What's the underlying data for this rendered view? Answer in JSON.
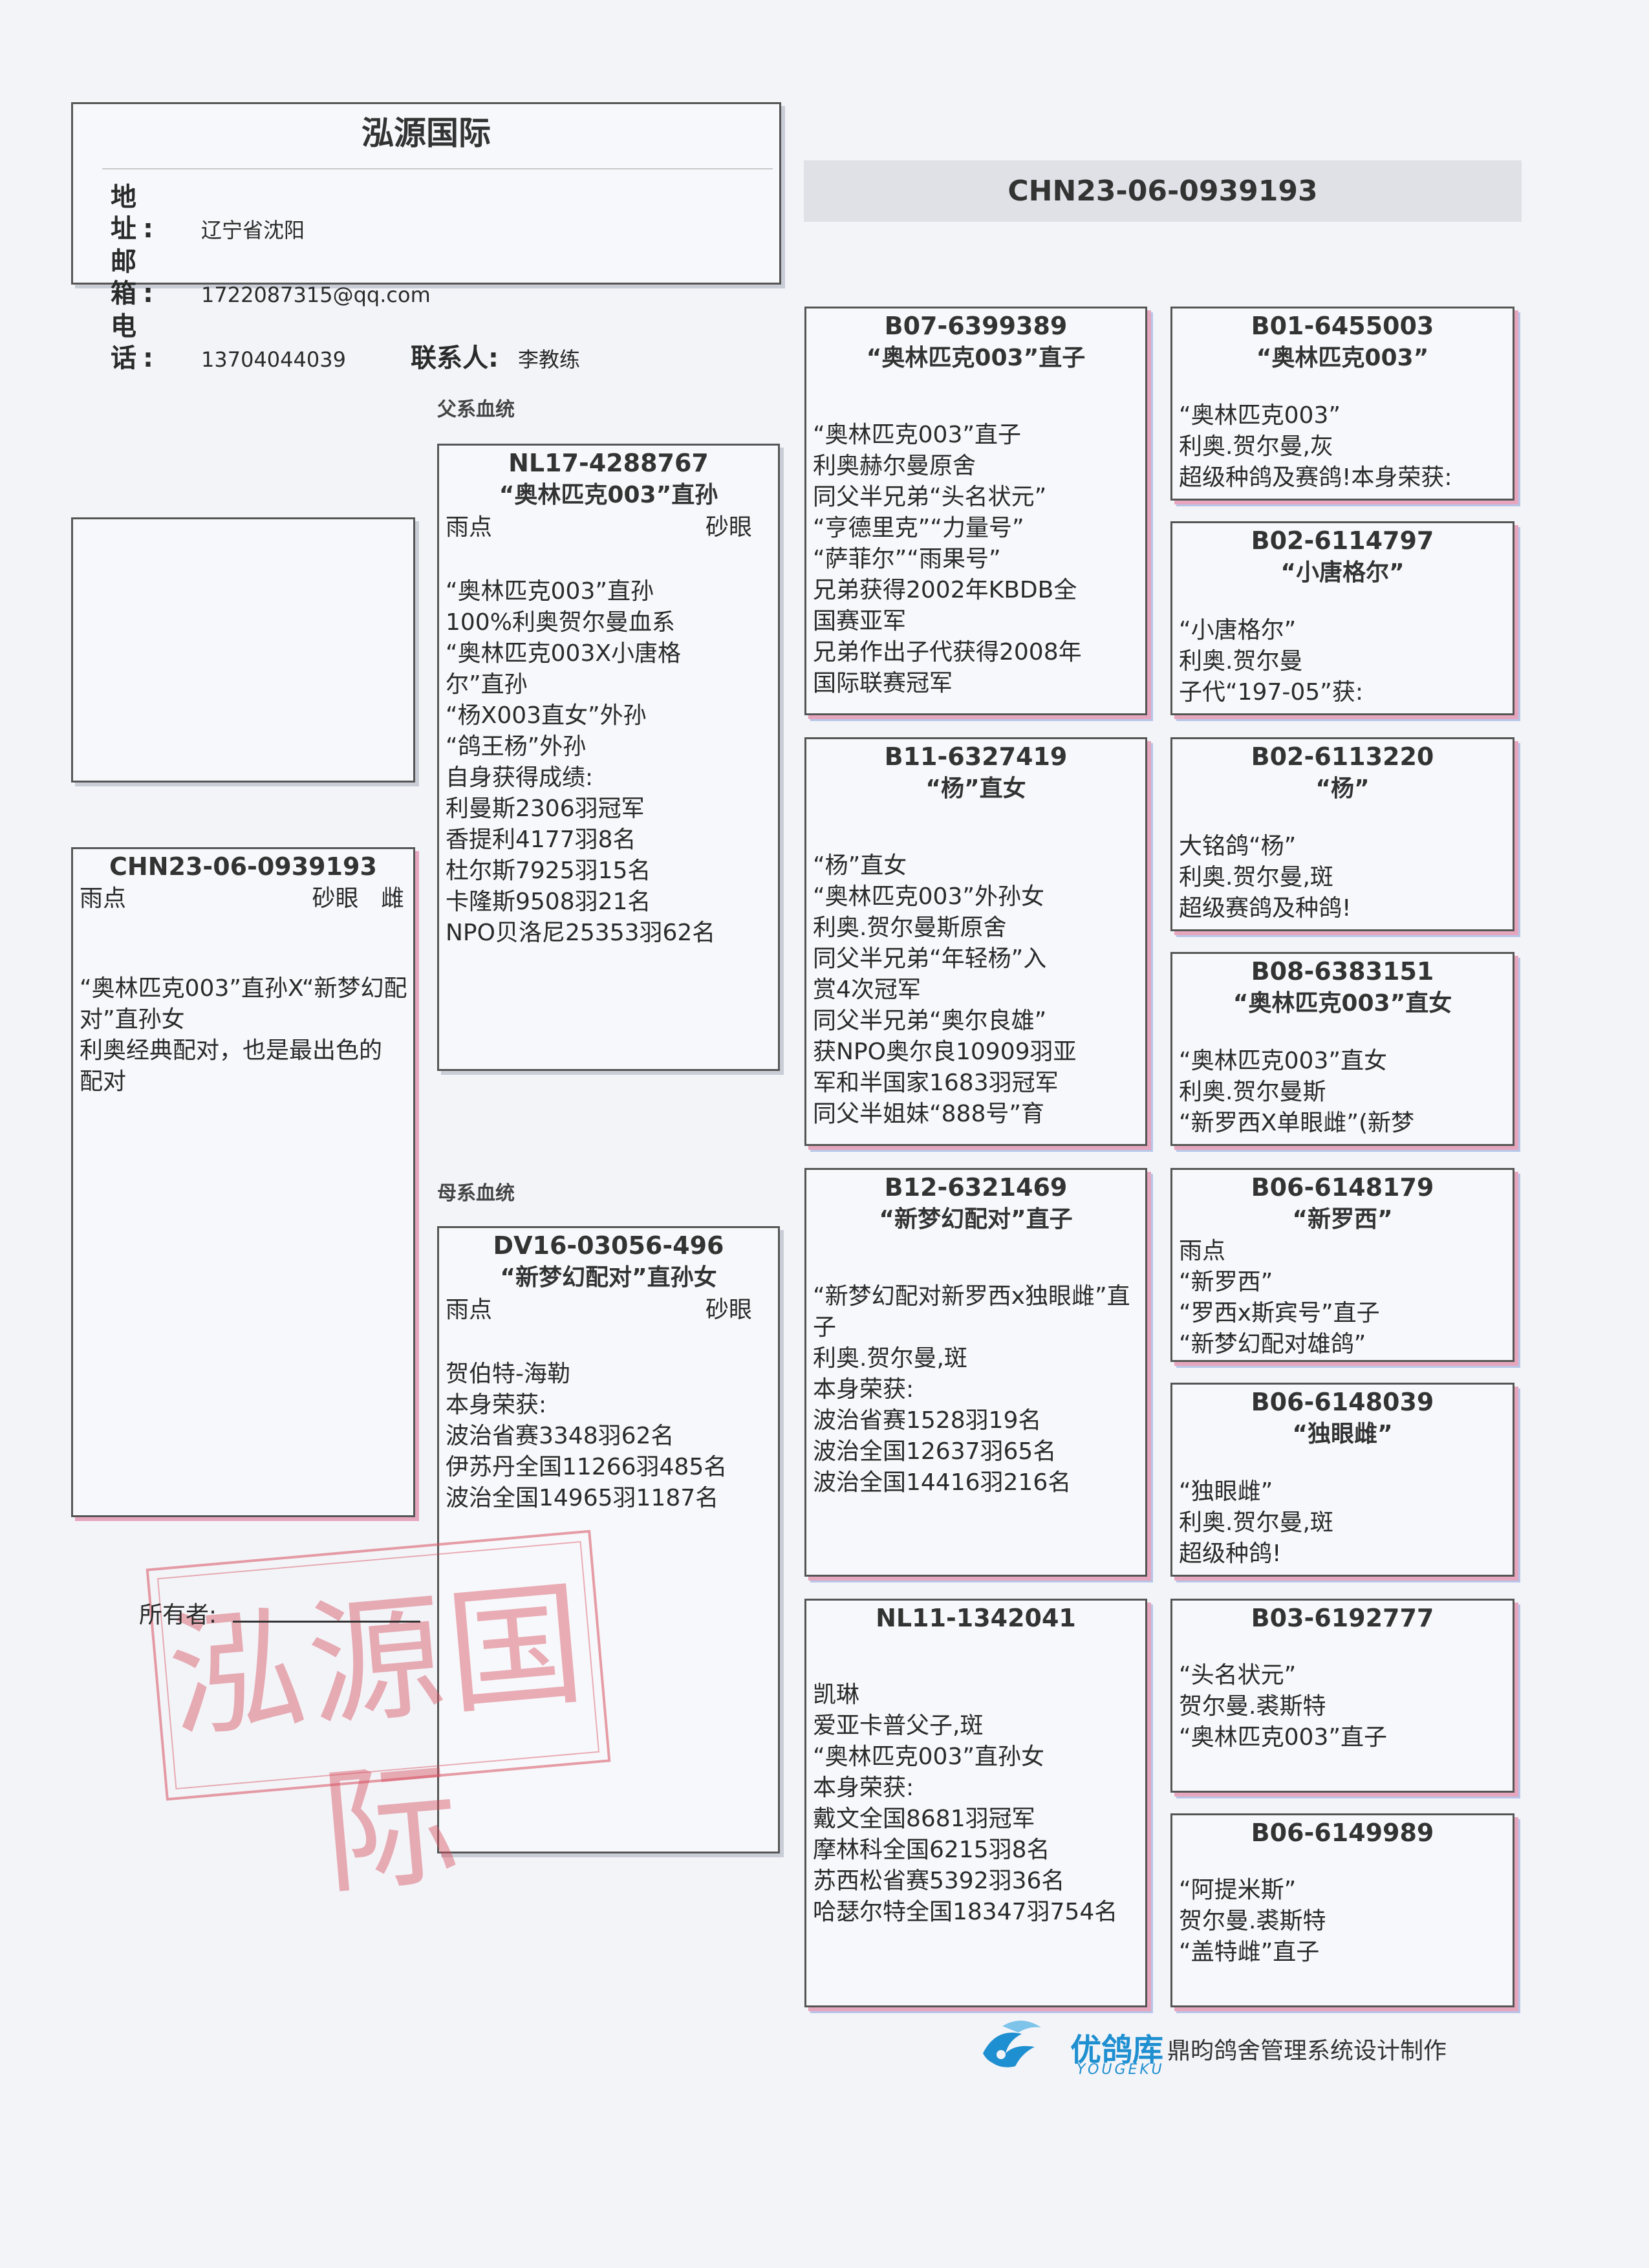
{
  "header": {
    "title": "泓源国际",
    "address_label": "地 址:",
    "address": "辽宁省沈阳",
    "email_label": "邮 箱:",
    "email": "1722087315@qq.com",
    "phone_label": "电 话:",
    "phone": "13704044039",
    "contact_label": "联系人:",
    "contact": "李教练"
  },
  "main_ring": "CHN23-06-0939193",
  "sections": {
    "sire_line": "父系血统",
    "dam_line": "母系血统"
  },
  "subject": {
    "ring": "CHN23-06-0939193",
    "color": "雨点",
    "eye": "砂眼",
    "sex": "雌",
    "notes": [
      "“奥林匹克003”直孙X“新梦幻配",
      "对”直孙女",
      "利奥经典配对，也是最出色的",
      "配对"
    ]
  },
  "sire": {
    "ring": "NL17-4288767",
    "name": "“奥林匹克003”直孙",
    "color": "雨点",
    "eye": "砂眼",
    "lines": [
      "“奥林匹克003”直孙",
      "100%利奥贺尔曼血系",
      "“奥林匹克003X小唐格",
      "尔”直孙",
      "“杨X003直女”外孙",
      "“鸽王杨”外孙",
      "自身获得成绩:",
      "利曼斯2306羽冠军",
      "香提利4177羽8名",
      "杜尔斯7925羽15名",
      "卡隆斯9508羽21名",
      "NPO贝洛尼25353羽62名"
    ]
  },
  "dam": {
    "ring": "DV16-03056-496",
    "name": "“新梦幻配对”直孙女",
    "color": "雨点",
    "eye": "砂眼",
    "lines": [
      "贺伯特-海勒",
      "本身荣获:",
      "波治省赛3348羽62名",
      "伊苏丹全国11266羽485名",
      "波治全国14965羽1187名"
    ]
  },
  "grandparents": [
    {
      "ring": "B07-6399389",
      "name": "“奥林匹克003”直子",
      "lines": [
        "“奥林匹克003”直子",
        "利奥赫尔曼原舍",
        "同父半兄弟“头名状元”",
        "“亨德里克”“力量号”",
        "“萨菲尔”“雨果号”",
        "兄弟获得2002年KBDB全",
        "国赛亚军",
        "兄弟作出子代获得2008年",
        "国际联赛冠军"
      ]
    },
    {
      "ring": "B11-6327419",
      "name": "“杨”直女",
      "lines": [
        "“杨”直女",
        "“奥林匹克003”外孙女",
        "利奥.贺尔曼斯原舍",
        "同父半兄弟“年轻杨”入",
        "赏4次冠军",
        "同父半兄弟“奥尔良雄”",
        "获NPO奥尔良10909羽亚",
        "军和半国家1683羽冠军",
        "同父半姐妹“888号”育"
      ]
    },
    {
      "ring": "B12-6321469",
      "name": "“新梦幻配对”直子",
      "lines": [
        "“新梦幻配对新罗西x独眼雌”直",
        "子",
        "利奥.贺尔曼,斑",
        "本身荣获:",
        "波治省赛1528羽19名",
        "波治全国12637羽65名",
        "波治全国14416羽216名"
      ]
    },
    {
      "ring": "NL11-1342041",
      "name": "",
      "lines": [
        "凯琳",
        "爱亚卡普父子,斑",
        "“奥林匹克003”直孙女",
        "本身荣获:",
        "戴文全国8681羽冠军",
        "摩林科全国6215羽8名",
        "苏西松省赛5392羽36名",
        "哈瑟尔特全国18347羽754名"
      ]
    }
  ],
  "great_grandparents": [
    {
      "ring": "B01-6455003",
      "name": "“奥林匹克003”",
      "lines": [
        "“奥林匹克003”",
        "利奥.贺尔曼,灰",
        "超级种鸽及赛鸽!本身荣获:"
      ]
    },
    {
      "ring": "B02-6114797",
      "name": "“小唐格尔”",
      "lines": [
        "“小唐格尔”",
        "利奥.贺尔曼",
        "子代“197-05”获:"
      ]
    },
    {
      "ring": "B02-6113220",
      "name": "“杨”",
      "lines": [
        "大铭鸽“杨”",
        "利奥.贺尔曼,斑",
        "超级赛鸽及种鸽!"
      ]
    },
    {
      "ring": "B08-6383151",
      "name": "“奥林匹克003”直女",
      "lines": [
        "“奥林匹克003”直女",
        "利奥.贺尔曼斯",
        "“新罗西X单眼雌”(新梦"
      ]
    },
    {
      "ring": "B06-6148179",
      "name": "“新罗西”",
      "lines": [
        "雨点",
        "“新罗西”",
        "“罗西x斯宾号”直子",
        "“新梦幻配对雄鸽”"
      ]
    },
    {
      "ring": "B06-6148039",
      "name": "“独眼雌”",
      "lines": [
        "“独眼雌”",
        "利奥.贺尔曼,斑",
        "超级种鸽!"
      ]
    },
    {
      "ring": "B03-6192777",
      "name": "",
      "lines": [
        "“头名状元”",
        "贺尔曼.裘斯特",
        "“奥林匹克003”直子"
      ]
    },
    {
      "ring": "B06-6149989",
      "name": "",
      "lines": [
        "“阿提米斯”",
        "贺尔曼.裘斯特",
        "“盖特雌”直子"
      ]
    }
  ],
  "stamp_text": "泓源国际",
  "owner_label": "所有者:",
  "footer": {
    "brand": "优鸽库",
    "brand_en": "YOUGEKU",
    "credit": "鼎昀鸽舍管理系统设计制作",
    "brand_color": "#1e8fd0"
  }
}
